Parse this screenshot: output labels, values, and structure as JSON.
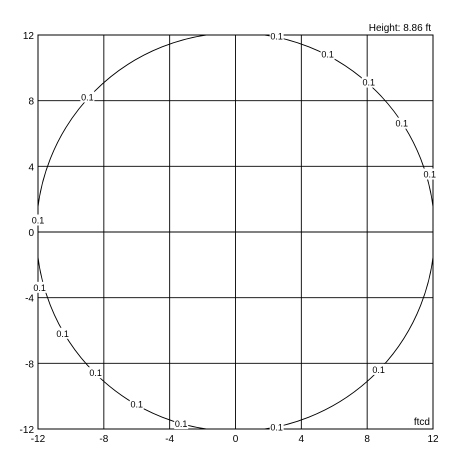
{
  "chart_data": {
    "type": "contour",
    "header_text": "Height: 8.86 ft",
    "units_text": "ftcd",
    "xlim": [
      -12,
      12
    ],
    "ylim": [
      -12,
      12
    ],
    "x_ticks": [
      "-12",
      "-8",
      "-4",
      "0",
      "4",
      "8",
      "12"
    ],
    "y_ticks": [
      "12",
      "8",
      "4",
      "0",
      "-4",
      "-8",
      "-12"
    ],
    "grid": true,
    "contour": {
      "level": 0.1,
      "center": [
        0,
        0
      ],
      "radius": 12.1
    },
    "contour_labels": [
      {
        "text": "0.1",
        "x": 2.5,
        "y": 11.9
      },
      {
        "text": "0.1",
        "x": 5.6,
        "y": 10.8
      },
      {
        "text": "0.1",
        "x": 8.1,
        "y": 9.1
      },
      {
        "text": "0.1",
        "x": 10.1,
        "y": 6.6
      },
      {
        "text": "0.1",
        "x": 11.8,
        "y": 3.5
      },
      {
        "text": "0.1",
        "x": -9.0,
        "y": 8.2
      },
      {
        "text": "0.1",
        "x": -12.0,
        "y": 0.7
      },
      {
        "text": "0.1",
        "x": -11.9,
        "y": -3.4
      },
      {
        "text": "0.1",
        "x": -10.5,
        "y": -6.2
      },
      {
        "text": "0.1",
        "x": -8.5,
        "y": -8.6
      },
      {
        "text": "0.1",
        "x": -6.0,
        "y": -10.5
      },
      {
        "text": "0.1",
        "x": -3.3,
        "y": -11.7
      },
      {
        "text": "0.1",
        "x": 2.5,
        "y": -11.9
      },
      {
        "text": "0.1",
        "x": 8.7,
        "y": -8.4
      }
    ]
  }
}
